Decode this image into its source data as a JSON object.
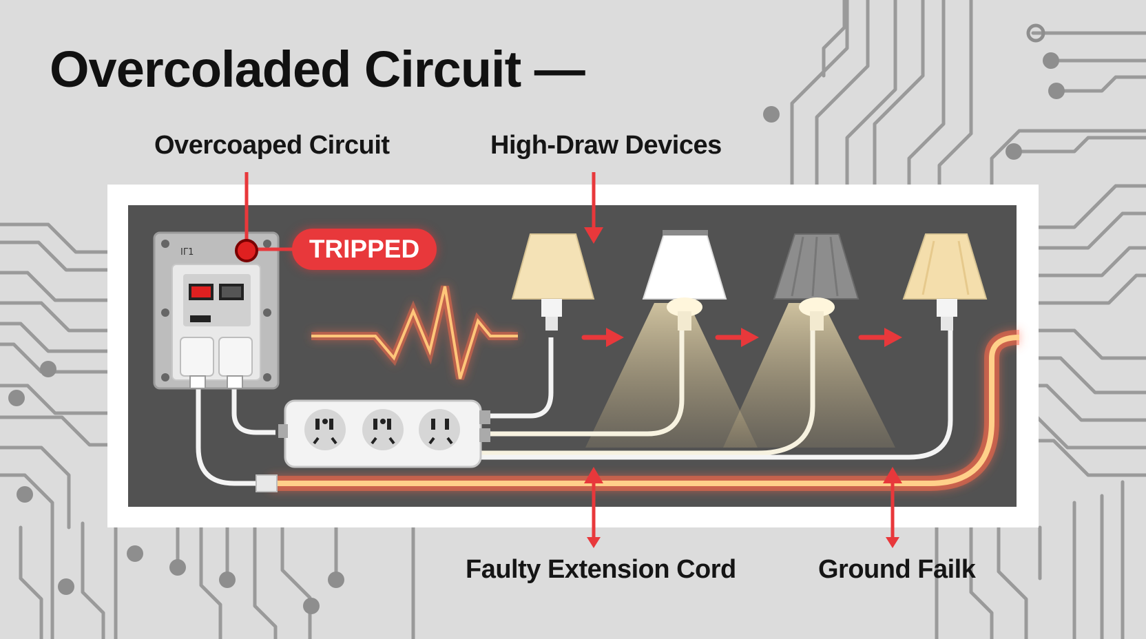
{
  "title": "Overcoladed Circuit —",
  "labels": {
    "overloaded_circuit": "Overcoaped Circuit",
    "high_draw_devices": "High-Draw Devices",
    "faulty_extension_cord": "Faulty Extension Cord",
    "ground_fault": "Ground Failk"
  },
  "breaker": {
    "status_badge": "TRIPPED",
    "panel_mark": "ΙΓ1"
  },
  "colors": {
    "alert_red": "#e8383b",
    "hot_wire": "#ffd08a",
    "panel_dark": "#525252",
    "background": "#dcdcdc"
  },
  "icons": [
    "breaker-panel-icon",
    "power-strip-icon",
    "lamp-icon",
    "surge-wave-icon",
    "arrow-icon"
  ]
}
